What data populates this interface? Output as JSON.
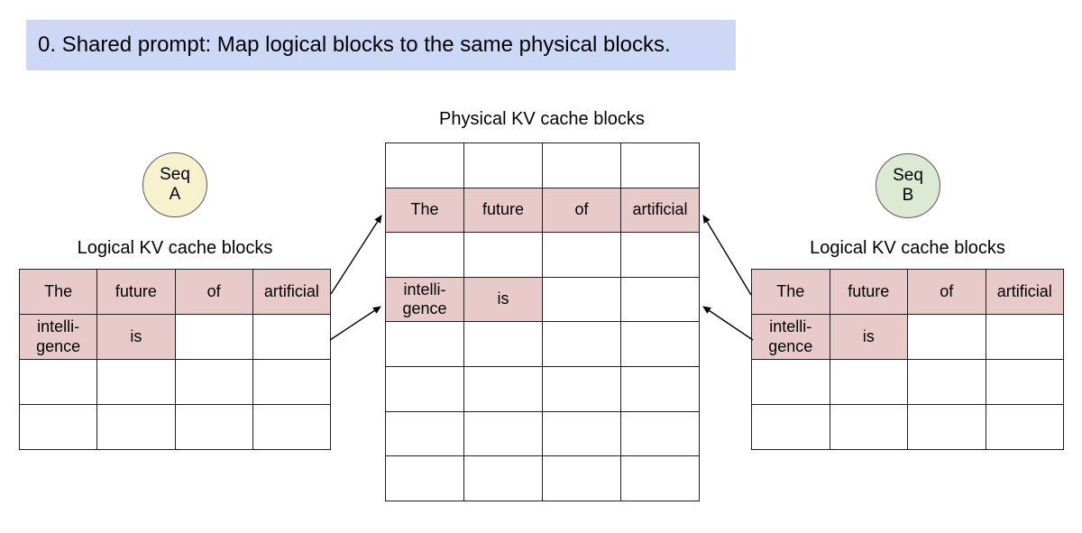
{
  "colors": {
    "banner_bg": "#cdd8f6",
    "highlight_pink": "#e8cacb",
    "seq_a_bg": "#f7f2cd",
    "seq_b_bg": "#dcead3",
    "table_border": "#1f1f1f"
  },
  "banner": {
    "text": "0. Shared prompt: Map logical blocks to the same physical blocks."
  },
  "seq_a": {
    "line1": "Seq",
    "line2": "A"
  },
  "seq_b": {
    "line1": "Seq",
    "line2": "B"
  },
  "physical": {
    "title": "Physical KV cache blocks",
    "rows": [
      [
        "",
        "",
        "",
        ""
      ],
      [
        "The",
        "future",
        "of",
        "artificial"
      ],
      [
        "",
        "",
        "",
        ""
      ],
      [
        "intelli-\ngence",
        "is",
        "",
        ""
      ],
      [
        "",
        "",
        "",
        ""
      ],
      [
        "",
        "",
        "",
        ""
      ],
      [
        "",
        "",
        "",
        ""
      ],
      [
        "",
        "",
        "",
        ""
      ]
    ],
    "highlight": [
      [
        false,
        false,
        false,
        false
      ],
      [
        true,
        true,
        true,
        true
      ],
      [
        false,
        false,
        false,
        false
      ],
      [
        true,
        true,
        false,
        false
      ],
      [
        false,
        false,
        false,
        false
      ],
      [
        false,
        false,
        false,
        false
      ],
      [
        false,
        false,
        false,
        false
      ],
      [
        false,
        false,
        false,
        false
      ]
    ]
  },
  "left_table": {
    "title": "Logical KV cache blocks",
    "rows": [
      [
        "The",
        "future",
        "of",
        "artificial"
      ],
      [
        "intelli-\ngence",
        "is",
        "",
        ""
      ],
      [
        "",
        "",
        "",
        ""
      ],
      [
        "",
        "",
        "",
        ""
      ]
    ],
    "highlight": [
      [
        true,
        true,
        true,
        true
      ],
      [
        true,
        true,
        false,
        false
      ],
      [
        false,
        false,
        false,
        false
      ],
      [
        false,
        false,
        false,
        false
      ]
    ]
  },
  "right_table": {
    "title": "Logical KV cache blocks",
    "rows": [
      [
        "The",
        "future",
        "of",
        "artificial"
      ],
      [
        "intelli-\ngence",
        "is",
        "",
        ""
      ],
      [
        "",
        "",
        "",
        ""
      ],
      [
        "",
        "",
        "",
        ""
      ]
    ],
    "highlight": [
      [
        true,
        true,
        true,
        true
      ],
      [
        true,
        true,
        false,
        false
      ],
      [
        false,
        false,
        false,
        false
      ],
      [
        false,
        false,
        false,
        false
      ]
    ]
  },
  "mappings": [
    {
      "from": "seq-a-logical-row-1",
      "to": "physical-row-2"
    },
    {
      "from": "seq-a-logical-row-2",
      "to": "physical-row-4"
    },
    {
      "from": "seq-b-logical-row-1",
      "to": "physical-row-2"
    },
    {
      "from": "seq-b-logical-row-2",
      "to": "physical-row-4"
    }
  ]
}
